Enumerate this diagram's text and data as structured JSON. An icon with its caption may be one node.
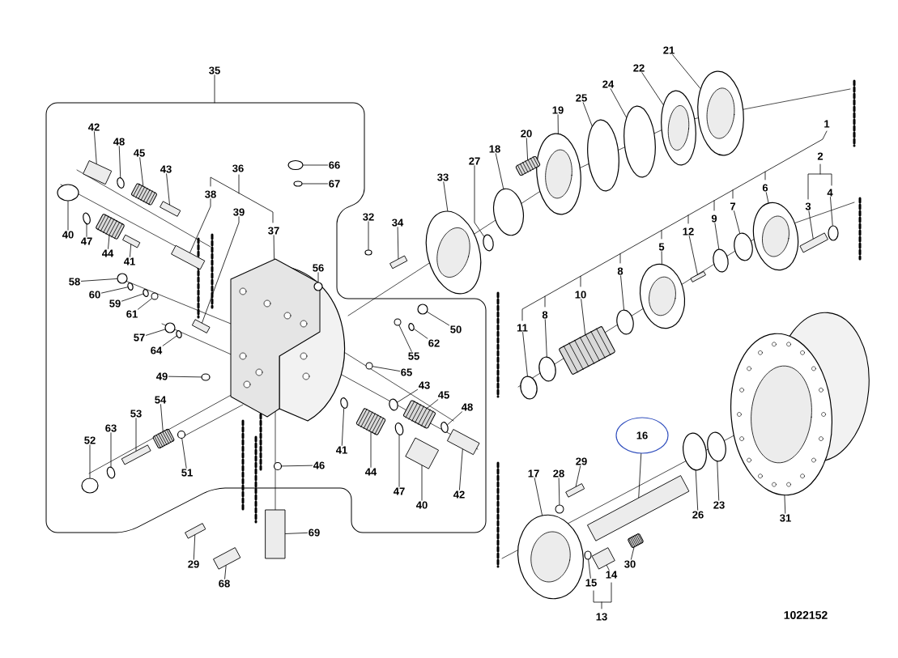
{
  "diagram": {
    "nodes": [
      {
        "text": [],
        "shape": "box"
      },
      {
        "text": [
          "35"
        ]
      },
      {
        "text": [
          "21"
        ]
      },
      {
        "text": [
          "22"
        ]
      },
      {
        "text": [
          "24"
        ]
      },
      {
        "text": [
          "25"
        ]
      },
      {
        "text": [
          "42"
        ],
        "in": 0
      },
      {
        "text": [
          "19"
        ]
      },
      {
        "text": [
          "48"
        ],
        "in": 0
      },
      {
        "text": [
          "20"
        ]
      },
      {
        "text": [
          "45"
        ],
        "in": 0
      },
      {
        "text": [
          "18"
        ]
      },
      {
        "text": [
          "66"
        ],
        "in": 0
      },
      {
        "text": [
          "43"
        ],
        "in": 0
      },
      {
        "text": [
          "27"
        ]
      },
      {
        "text": [
          "67"
        ],
        "in": 0
      },
      {
        "text": [
          "33"
        ]
      },
      {
        "text": [
          "38"
        ],
        "in": 0
      },
      {
        "text": [
          "4"
        ]
      },
      {
        "text": [
          "3"
        ]
      },
      {
        "text": [
          "6"
        ]
      },
      {
        "text": [
          "39"
        ],
        "in": 0
      },
      {
        "text": [
          "7"
        ]
      },
      {
        "text": [
          "32"
        ]
      },
      {
        "text": [
          "34"
        ]
      },
      {
        "text": [
          "9"
        ]
      },
      {
        "text": [
          "37"
        ],
        "in": 0
      },
      {
        "text": [
          "12"
        ]
      },
      {
        "text": [
          "40"
        ],
        "in": 0
      },
      {
        "text": [
          "47"
        ],
        "in": 0
      },
      {
        "text": [
          "5"
        ]
      },
      {
        "text": [
          "44"
        ],
        "in": 0
      },
      {
        "text": [
          "56"
        ],
        "in": 0
      },
      {
        "text": [
          "41"
        ],
        "in": 0
      },
      {
        "text": [
          "8"
        ]
      },
      {
        "text": [
          "58"
        ],
        "in": 0
      },
      {
        "text": [
          "60"
        ],
        "in": 0
      },
      {
        "text": [
          "10"
        ]
      },
      {
        "text": [
          "59"
        ],
        "in": 0
      },
      {
        "text": [
          "50"
        ],
        "in": 0
      },
      {
        "text": [
          "61"
        ],
        "in": 0
      },
      {
        "text": [
          "8"
        ]
      },
      {
        "text": [
          "57"
        ],
        "in": 0
      },
      {
        "text": [
          "11"
        ]
      },
      {
        "text": [
          "62"
        ],
        "in": 0
      },
      {
        "text": [
          "64"
        ],
        "in": 0
      },
      {
        "text": [
          "55"
        ],
        "in": 0
      },
      {
        "text": [
          "65"
        ],
        "in": 0
      },
      {
        "text": [
          "49"
        ],
        "in": 0
      },
      {
        "text": [
          "43"
        ],
        "in": 0
      },
      {
        "text": [
          "45"
        ],
        "in": 0
      },
      {
        "text": [
          "54"
        ],
        "in": 0
      },
      {
        "text": [
          "48"
        ],
        "in": 0
      },
      {
        "text": [
          "53"
        ],
        "in": 0
      },
      {
        "text": [
          "63"
        ],
        "in": 0
      },
      {
        "text": [
          "16"
        ]
      },
      {
        "text": [
          "52"
        ],
        "in": 0
      },
      {
        "text": [
          "41"
        ],
        "in": 0
      },
      {
        "text": [
          "17"
        ]
      },
      {
        "text": [
          "28"
        ]
      },
      {
        "text": [
          "29"
        ]
      },
      {
        "text": [
          "46"
        ],
        "in": 0
      },
      {
        "text": [
          "51"
        ],
        "in": 0
      },
      {
        "text": [
          "44"
        ],
        "in": 0
      },
      {
        "text": [
          "42"
        ],
        "in": 0
      },
      {
        "text": [
          "40"
        ],
        "in": 0
      },
      {
        "text": [
          "47"
        ],
        "in": 0
      },
      {
        "text": [
          "26"
        ]
      },
      {
        "text": [
          "23"
        ]
      },
      {
        "text": [
          "31"
        ]
      },
      {
        "text": [
          "69"
        ]
      },
      {
        "text": [
          "29"
        ]
      },
      {
        "text": [
          "30"
        ]
      },
      {
        "text": [
          "14"
        ]
      },
      {
        "text": [
          "15"
        ]
      },
      {
        "text": [
          "68"
        ]
      },
      {
        "text": [],
        "shape": "ellipse"
      },
      {
        "text": [],
        "shape": "ellipse"
      },
      {
        "text": [],
        "shape": "ellipse"
      },
      {
        "text": [],
        "shape": "ellipse"
      },
      {
        "text": [],
        "shape": "bar",
        "in": 0
      },
      {
        "text": [],
        "shape": "ellipse"
      },
      {
        "text": [],
        "shape": "ellipse",
        "in": 0
      },
      {
        "text": [],
        "shape": "spring"
      },
      {
        "text": [],
        "shape": "spring",
        "in": 0
      },
      {
        "text": [],
        "shape": "ellipse"
      },
      {
        "text": [],
        "shape": "ellipse",
        "in": 0
      },
      {
        "text": [],
        "shape": "bar",
        "in": 0
      },
      {
        "text": [],
        "shape": "ellipse"
      },
      {
        "text": [],
        "shape": "ellipse",
        "in": 0
      },
      {
        "text": [],
        "shape": "ellipse"
      },
      {
        "text": [],
        "shape": "bar",
        "in": 0
      },
      {
        "text": [],
        "shape": "ellipse"
      },
      {
        "text": [],
        "shape": "bar"
      },
      {
        "text": [],
        "shape": "ellipse"
      },
      {
        "text": [],
        "shape": "bar",
        "in": 0
      },
      {
        "text": [],
        "shape": "ellipse"
      },
      {
        "text": [],
        "shape": "ellipse"
      },
      {
        "text": [],
        "shape": "bar"
      },
      {
        "text": [],
        "shape": "ellipse"
      },
      {
        "text": [],
        "shape": "picture",
        "in": 0
      },
      {
        "text": [],
        "shape": "bar"
      },
      {
        "text": [],
        "shape": "ellipse",
        "in": 0
      },
      {
        "text": [],
        "shape": "ellipse",
        "in": 0
      },
      {
        "text": [],
        "shape": "ellipse"
      },
      {
        "text": [],
        "shape": "spring",
        "in": 0
      },
      {
        "text": [],
        "shape": "ellipse",
        "in": 0
      },
      {
        "text": [],
        "shape": "bar",
        "in": 0
      },
      {
        "text": [],
        "shape": "ellipse"
      },
      {
        "text": [],
        "shape": "ellipse",
        "in": 0
      },
      {
        "text": [],
        "shape": "ellipse",
        "in": 0
      },
      {
        "text": [],
        "shape": "spring"
      },
      {
        "text": [],
        "shape": "ellipse",
        "in": 0
      },
      {
        "text": [],
        "shape": "ellipse",
        "in": 0
      },
      {
        "text": [],
        "shape": "circle",
        "in": 0
      },
      {
        "text": [],
        "shape": "ellipse"
      },
      {
        "text": [],
        "shape": "ellipse",
        "in": 0
      },
      {
        "text": [],
        "shape": "ellipse"
      },
      {
        "text": [],
        "shape": "ellipse",
        "in": 0
      },
      {
        "text": [],
        "shape": "ellipse",
        "in": 0
      },
      {
        "text": [],
        "shape": "circle",
        "in": 0
      },
      {
        "text": [],
        "shape": "circle",
        "in": 0
      },
      {
        "text": [],
        "shape": "ellipse",
        "in": 0
      },
      {
        "text": [],
        "shape": "ellipse",
        "in": 0
      },
      {
        "text": [],
        "shape": "spring",
        "in": 0
      },
      {
        "text": [],
        "shape": "spring",
        "in": 0
      },
      {
        "text": [],
        "shape": "ellipse",
        "in": 0
      },
      {
        "text": [],
        "shape": "bar",
        "in": 0
      },
      {
        "text": [],
        "shape": "ellipse",
        "in": 0
      },
      {
        "text": [],
        "shape": "bar"
      },
      {
        "text": [],
        "shape": "ellipse",
        "in": 0
      },
      {
        "text": [],
        "shape": "ellipse",
        "in": 0
      },
      {
        "text": [],
        "shape": "ellipse"
      },
      {
        "text": [],
        "shape": "circle"
      },
      {
        "text": [],
        "shape": "bar"
      },
      {
        "text": [],
        "shape": "ellipse",
        "in": 0
      },
      {
        "text": [],
        "shape": "ellipse",
        "in": 0
      },
      {
        "text": [],
        "shape": "spring",
        "in": 0
      },
      {
        "text": [],
        "shape": "bar",
        "in": 0
      },
      {
        "text": [],
        "shape": "bar",
        "in": 0
      },
      {
        "text": [],
        "shape": "ellipse",
        "in": 0
      },
      {
        "text": [],
        "shape": "ellipse"
      },
      {
        "text": [],
        "shape": "ellipse"
      },
      {
        "text": [],
        "shape": "ellipse"
      },
      {
        "text": [],
        "shape": "bar"
      },
      {
        "text": [],
        "shape": "bar"
      },
      {
        "text": [],
        "shape": "spring"
      },
      {
        "text": [],
        "shape": "bar"
      },
      {
        "text": [],
        "shape": "ellipse"
      },
      {
        "text": [],
        "shape": "bar"
      }
    ],
    "edges": [
      {
        "from": 1,
        "to": 0,
        "arrow": "none"
      },
      {
        "from": 2,
        "to": 76,
        "arrow": "none"
      },
      {
        "from": 3,
        "to": 77,
        "arrow": "none"
      },
      {
        "from": 4,
        "to": 78,
        "arrow": "none"
      },
      {
        "from": 5,
        "to": 79,
        "arrow": "none"
      },
      {
        "from": 6,
        "to": 80,
        "arrow": "none"
      },
      {
        "from": 7,
        "to": 81,
        "arrow": "none"
      },
      {
        "from": 8,
        "to": 82,
        "arrow": "none"
      },
      {
        "from": 9,
        "to": 83,
        "arrow": "none"
      },
      {
        "from": 10,
        "to": 84,
        "arrow": "none"
      },
      {
        "from": 11,
        "to": 85,
        "arrow": "none"
      },
      {
        "from": 12,
        "to": 86,
        "arrow": "none"
      },
      {
        "from": 13,
        "to": 87,
        "arrow": "none"
      },
      {
        "from": 14,
        "to": 88,
        "arrow": "none"
      },
      {
        "from": 15,
        "to": 89,
        "arrow": "none"
      },
      {
        "from": 16,
        "to": 90,
        "arrow": "none"
      },
      {
        "from": 17,
        "to": 91,
        "arrow": "none"
      },
      {
        "from": 18,
        "to": 92,
        "arrow": "none"
      },
      {
        "from": 19,
        "to": 93,
        "arrow": "none"
      },
      {
        "from": 20,
        "to": 94,
        "arrow": "none"
      },
      {
        "from": 21,
        "to": 95,
        "arrow": "none"
      },
      {
        "from": 22,
        "to": 96,
        "arrow": "none"
      },
      {
        "from": 23,
        "to": 97,
        "arrow": "none"
      },
      {
        "from": 24,
        "to": 98,
        "arrow": "none"
      },
      {
        "from": 25,
        "to": 99,
        "arrow": "none"
      },
      {
        "from": 26,
        "to": 100,
        "arrow": "none"
      },
      {
        "from": 27,
        "to": 101,
        "arrow": "none"
      },
      {
        "from": 28,
        "to": 102,
        "arrow": "none"
      },
      {
        "from": 29,
        "to": 103,
        "arrow": "none"
      },
      {
        "from": 30,
        "to": 104,
        "arrow": "none"
      },
      {
        "from": 31,
        "to": 105,
        "arrow": "none"
      },
      {
        "from": 32,
        "to": 106,
        "arrow": "none"
      },
      {
        "from": 33,
        "to": 107,
        "arrow": "none"
      },
      {
        "from": 34,
        "to": 108,
        "arrow": "none"
      },
      {
        "from": 35,
        "to": 109,
        "arrow": "none"
      },
      {
        "from": 36,
        "to": 110,
        "arrow": "none"
      },
      {
        "from": 37,
        "to": 111,
        "arrow": "none"
      },
      {
        "from": 38,
        "to": 112,
        "arrow": "none"
      },
      {
        "from": 39,
        "to": 113,
        "arrow": "none"
      },
      {
        "from": 40,
        "to": 114,
        "arrow": "none"
      },
      {
        "from": 41,
        "to": 115,
        "arrow": "none"
      },
      {
        "from": 42,
        "to": 116,
        "arrow": "none"
      },
      {
        "from": 43,
        "to": 117,
        "arrow": "none"
      },
      {
        "from": 44,
        "to": 118,
        "arrow": "none"
      },
      {
        "from": 45,
        "to": 119,
        "arrow": "none"
      },
      {
        "from": 46,
        "to": 120,
        "arrow": "none"
      },
      {
        "from": 47,
        "to": 121,
        "arrow": "none"
      },
      {
        "from": 48,
        "to": 122,
        "arrow": "none"
      },
      {
        "from": 49,
        "to": 123,
        "arrow": "none"
      },
      {
        "from": 50,
        "to": 124,
        "arrow": "none"
      },
      {
        "from": 51,
        "to": 125,
        "arrow": "none"
      },
      {
        "from": 52,
        "to": 126,
        "arrow": "none"
      },
      {
        "from": 53,
        "to": 127,
        "arrow": "none"
      },
      {
        "from": 54,
        "to": 128,
        "arrow": "none"
      },
      {
        "from": 55,
        "to": 129,
        "arrow": "none"
      },
      {
        "from": 56,
        "to": 130,
        "arrow": "none"
      },
      {
        "from": 57,
        "to": 131,
        "arrow": "none"
      },
      {
        "from": 58,
        "to": 132,
        "arrow": "none"
      },
      {
        "from": 59,
        "to": 133,
        "arrow": "none"
      },
      {
        "from": 60,
        "to": 134,
        "arrow": "none"
      },
      {
        "from": 61,
        "to": 135,
        "arrow": "none"
      },
      {
        "from": 62,
        "to": 136,
        "arrow": "none"
      },
      {
        "from": 63,
        "to": 137,
        "arrow": "none"
      },
      {
        "from": 64,
        "to": 138,
        "arrow": "none"
      },
      {
        "from": 65,
        "to": 139,
        "arrow": "none"
      },
      {
        "from": 66,
        "to": 140,
        "arrow": "none"
      },
      {
        "from": 67,
        "to": 141,
        "arrow": "none"
      },
      {
        "from": 68,
        "to": 142,
        "arrow": "none"
      },
      {
        "from": 69,
        "to": 143,
        "arrow": "none"
      },
      {
        "from": 70,
        "to": 144,
        "arrow": "none"
      },
      {
        "from": 71,
        "to": 145,
        "arrow": "none"
      },
      {
        "from": 72,
        "to": 146,
        "arrow": "none"
      },
      {
        "from": 73,
        "to": 147,
        "arrow": "none"
      },
      {
        "from": 74,
        "to": 148,
        "arrow": "none"
      },
      {
        "from": 75,
        "to": 149,
        "arrow": "none"
      }
    ],
    "labels": [
      "36",
      "1",
      "2",
      "13",
      "1022152"
    ]
  }
}
